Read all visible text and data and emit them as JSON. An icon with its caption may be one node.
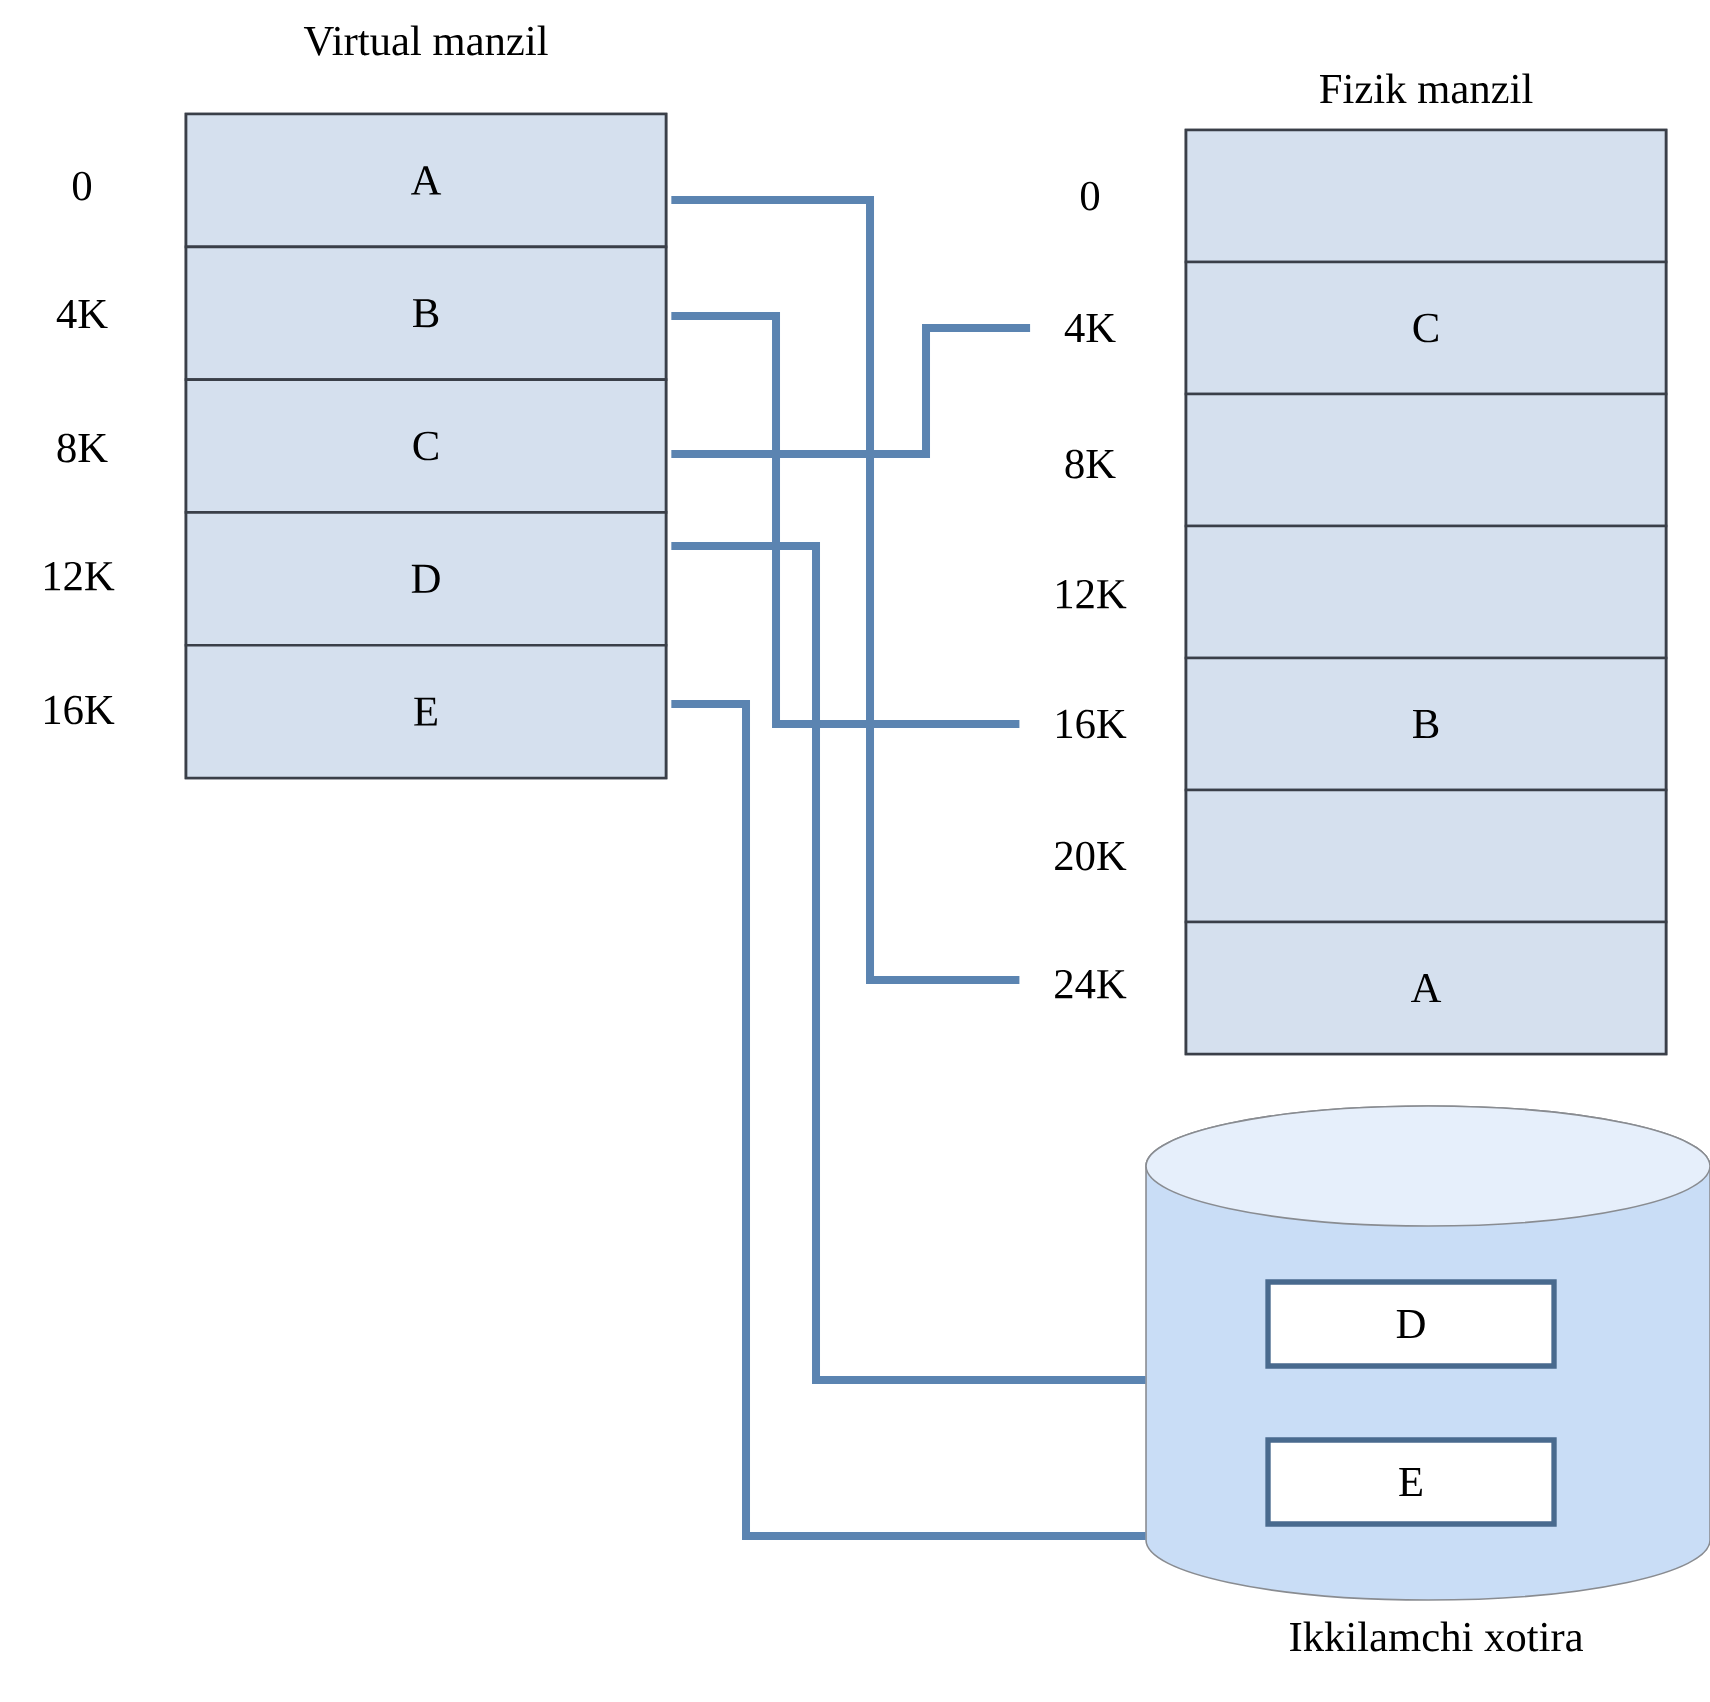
{
  "diagram": {
    "nodes": [
      {
        "text": [
          "Virtual manzil"
        ]
      },
      {
        "text": [
          "A"
        ],
        "in": 0
      },
      {
        "text": [
          "B"
        ],
        "in": 0
      },
      {
        "text": [
          "C"
        ],
        "in": 0
      },
      {
        "text": [
          "D"
        ],
        "in": 0
      },
      {
        "text": [
          "E"
        ],
        "in": 0
      },
      {
        "text": [
          "Fizik manzil"
        ]
      },
      {
        "text": [],
        "shape": "box",
        "in": 6
      },
      {
        "text": [
          "C"
        ],
        "in": 6
      },
      {
        "text": [],
        "shape": "box",
        "in": 6
      },
      {
        "text": [],
        "shape": "box",
        "in": 6
      },
      {
        "text": [
          "B"
        ],
        "in": 6
      },
      {
        "text": [],
        "shape": "box",
        "in": 6
      },
      {
        "text": [
          "A"
        ],
        "in": 6
      },
      {
        "text": [
          "4K"
        ]
      },
      {
        "text": [
          "16K"
        ]
      },
      {
        "text": [
          "24K"
        ]
      },
      {
        "text": [],
        "shape": "cylinder",
        "beside": [
          "Ikkilamchi xotira"
        ]
      },
      {
        "text": [
          "D"
        ],
        "in": 17
      },
      {
        "text": [
          "E"
        ],
        "in": 17
      }
    ],
    "edges": [
      {
        "from": 1,
        "to": 16,
        "arrow": "none"
      },
      {
        "from": 2,
        "to": 15,
        "arrow": "none"
      },
      {
        "from": 3,
        "to": 14,
        "arrow": "none"
      },
      {
        "from": 4,
        "to": 17,
        "arrow": "none"
      },
      {
        "from": 5,
        "to": 17,
        "arrow": "none"
      }
    ],
    "labels": [
      "0",
      "4K",
      "8K",
      "12K",
      "16K",
      "0",
      "8K",
      "12K",
      "20K"
    ]
  }
}
